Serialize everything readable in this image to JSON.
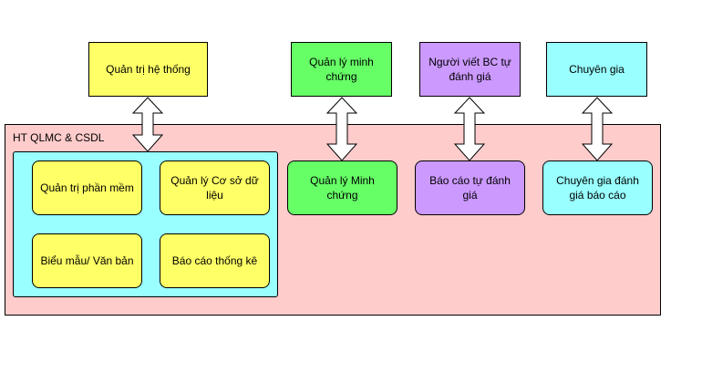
{
  "colors": {
    "yellow": "#ffff66",
    "green": "#66ff66",
    "purple": "#cc99ff",
    "cyan": "#99ffff",
    "system_bg": "#ffcccc",
    "border": "#000000"
  },
  "actors": {
    "admin": "Quản trị hệ thống",
    "evidence_manager": "Quản lý minh chứng",
    "report_writer": "Người viết BC tự đánh giá",
    "expert": "Chuyên gia"
  },
  "system": {
    "label": "HT QLMC & CSDL",
    "core": {
      "software_admin": "Quản trị phần mềm",
      "database_admin": "Quản lý Cơ sở dữ liệu",
      "forms_docs": "Biểu mẫu/ Văn bản",
      "statistics": "Báo cáo thống kê"
    },
    "modules": {
      "evidence": "Quản lý Minh chứng",
      "self_assessment": "Báo cáo tự đánh giá",
      "expert_review": "Chuyên gia đánh giá báo cáo"
    }
  }
}
